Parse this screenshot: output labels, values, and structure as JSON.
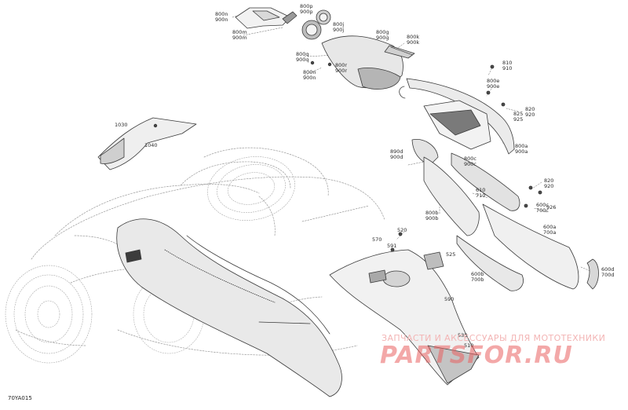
{
  "figure_code": "70YA015",
  "watermark": {
    "tagline": "ЗАПЧАСТИ И АКСЕССУАРЫ ДЛЯ МОТОТЕХНИКИ",
    "logo": "PARTSFOR.RU",
    "color": "#e96060"
  },
  "callouts": {
    "c800n_900n_top": [
      "800n",
      "900n"
    ],
    "c800p_900p": [
      "800p",
      "900p"
    ],
    "c800m_900m": [
      "800m",
      "900m"
    ],
    "c800j_900j": [
      "800j",
      "900j"
    ],
    "c800g_900g": [
      "800g",
      "900g"
    ],
    "c800k_900k": [
      "800k",
      "900k"
    ],
    "c800q_900q": [
      "800q",
      "900q"
    ],
    "c800r_900r": [
      "800r",
      "900r"
    ],
    "c800n_900n_mid": [
      "800n",
      "900n"
    ],
    "c810_910": [
      "810",
      "910"
    ],
    "c800e_900e": [
      "800e",
      "900e"
    ],
    "c820_920_right": [
      "820",
      "920"
    ],
    "c825_925": [
      "825",
      "925"
    ],
    "c1030": [
      "1030"
    ],
    "c1040": [
      "1040"
    ],
    "c890d_900d": [
      "890d",
      "900d"
    ],
    "c800c_900c": [
      "800c",
      "900c"
    ],
    "c800a_900a": [
      "800a",
      "900a"
    ],
    "c820_920_mid": [
      "820",
      "920"
    ],
    "c610_710": [
      "610",
      "710"
    ],
    "c600c_700c": [
      "600c",
      "700c"
    ],
    "c926": [
      "926"
    ],
    "c800b_900b": [
      "800b",
      "900b"
    ],
    "c600a_700a": [
      "600a",
      "700a"
    ],
    "c520": [
      "520"
    ],
    "c570": [
      "570"
    ],
    "c591": [
      "591"
    ],
    "c525": [
      "525"
    ],
    "c600d_700d": [
      "600d",
      "700d"
    ],
    "c600b_700b": [
      "600b",
      "700b"
    ],
    "c590": [
      "590"
    ],
    "c530": [
      "530"
    ],
    "c510": [
      "510"
    ]
  }
}
